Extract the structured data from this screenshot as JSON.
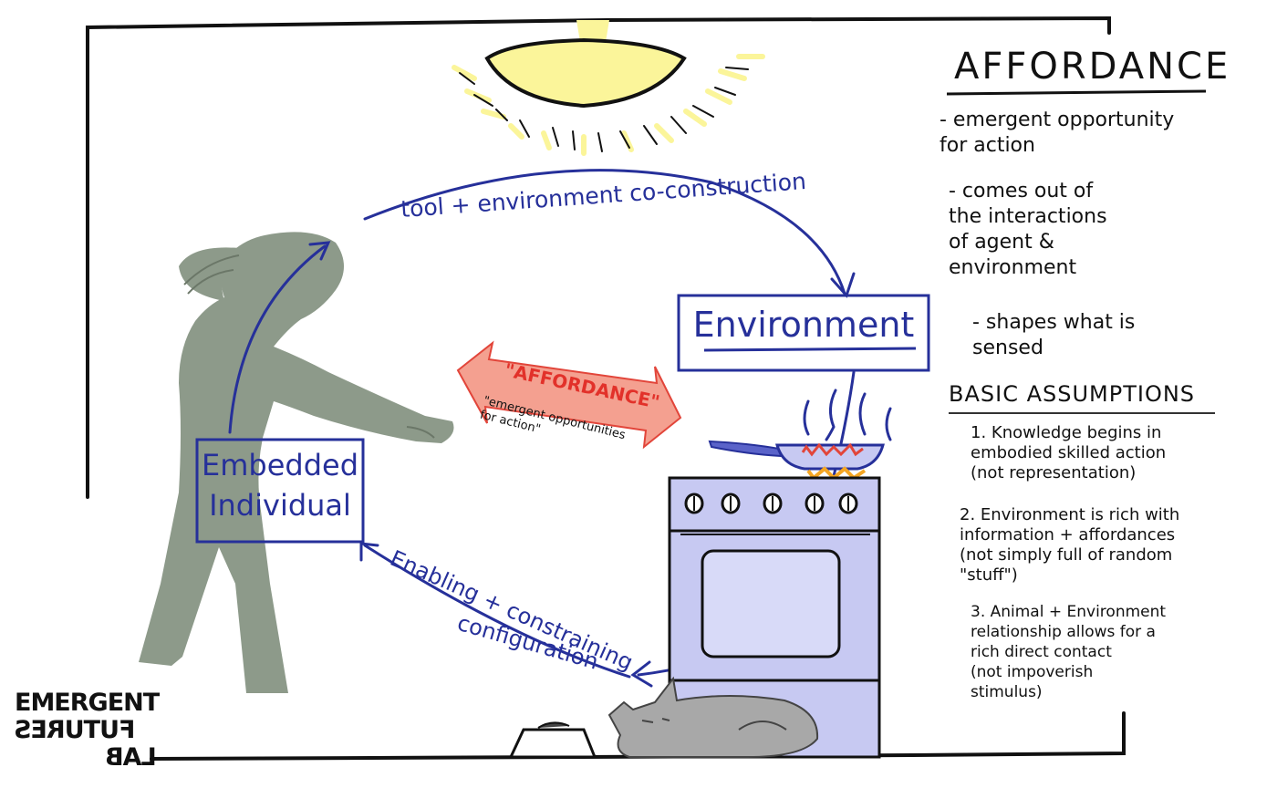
{
  "title": "AFFORDANCE",
  "definition_items": [
    "- emergent opportunity\nfor action",
    "- comes out of\n  the interactions\n   of agent &\n      environment",
    "- shapes what is\n  sensed"
  ],
  "basic_assumptions": {
    "title": "BASIC ASSUMPTIONS",
    "items": [
      "1. Knowledge begins in\nembodied skilled action\n(not representation)",
      "2. Environment is rich with\ninformation + affordances\n  (not simply full of random\n                   \"stuff\")",
      "3. Animal + Environment\n   relationship allows for a\n      rich direct contact\n       (not impoverish\n              stimulus)"
    ]
  },
  "diagram": {
    "top_arrow_label": "tool + environment co-construction",
    "environment_label": "Environment",
    "individual_label_line1": "Embedded",
    "individual_label_line2": "Individual",
    "affordance_label": "\"AFFORDANCE\"",
    "affordance_caption": "\"emergent opportunities\n for action\"",
    "bottom_arrow_line1": "Enabling + constraining",
    "bottom_arrow_line2": "configuration"
  },
  "logo": {
    "line1": "EMERGENT",
    "line2": "FUTURES",
    "line3": "LAB"
  },
  "colors": {
    "ink_blue": "#26309a",
    "figure_gray": "#8d9a8a",
    "sun_yellow": "#fbf59a",
    "affordance_red": "#f25a4a",
    "stove_lavender": "#c7c9f2",
    "cat_gray": "#a8a8a8"
  }
}
